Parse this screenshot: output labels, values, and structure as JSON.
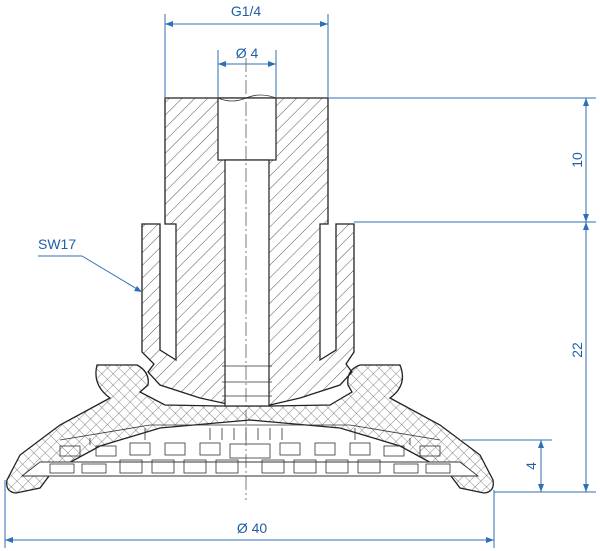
{
  "labels": {
    "thread": "G1/4",
    "bore": "Ø 4",
    "hex": "SW17",
    "thread_length": "10",
    "body_height": "22",
    "lip_height": "4",
    "diameter": "Ø 40"
  },
  "colors": {
    "dimension": "#1f5fa8",
    "outline": "#222222",
    "hatch": "#444444"
  }
}
